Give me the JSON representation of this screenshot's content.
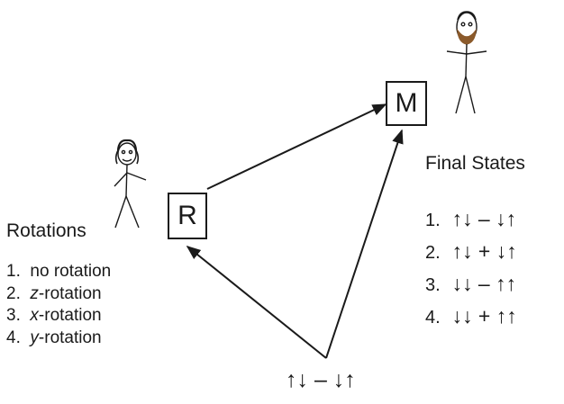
{
  "diagram": {
    "boxes": {
      "R": "R",
      "M": "M"
    },
    "source_state": "↑↓ – ↓↑",
    "rotations": {
      "heading": "Rotations",
      "items": [
        {
          "num": "1.",
          "pre": "",
          "ital": "",
          "text": "no rotation"
        },
        {
          "num": "2.",
          "pre": "",
          "ital": "z",
          "text": "-rotation"
        },
        {
          "num": "3.",
          "pre": "",
          "ital": "x",
          "text": "-rotation"
        },
        {
          "num": "4.",
          "pre": "",
          "ital": "y",
          "text": "-rotation"
        }
      ]
    },
    "final_states": {
      "heading": "Final States",
      "items": [
        {
          "num": "1.",
          "text": "↑↓ – ↓↑"
        },
        {
          "num": "2.",
          "text": "↑↓ + ↓↑"
        },
        {
          "num": "3.",
          "text": "↓↓ – ↑↑"
        },
        {
          "num": "4.",
          "text": "↓↓ + ↑↑"
        }
      ]
    },
    "figures": {
      "left": "stick-figure-female",
      "right": "stick-figure-male-bearded"
    },
    "colors": {
      "ink": "#1a1a1a",
      "hair": "#8b5a2b",
      "background": "#ffffff"
    }
  }
}
